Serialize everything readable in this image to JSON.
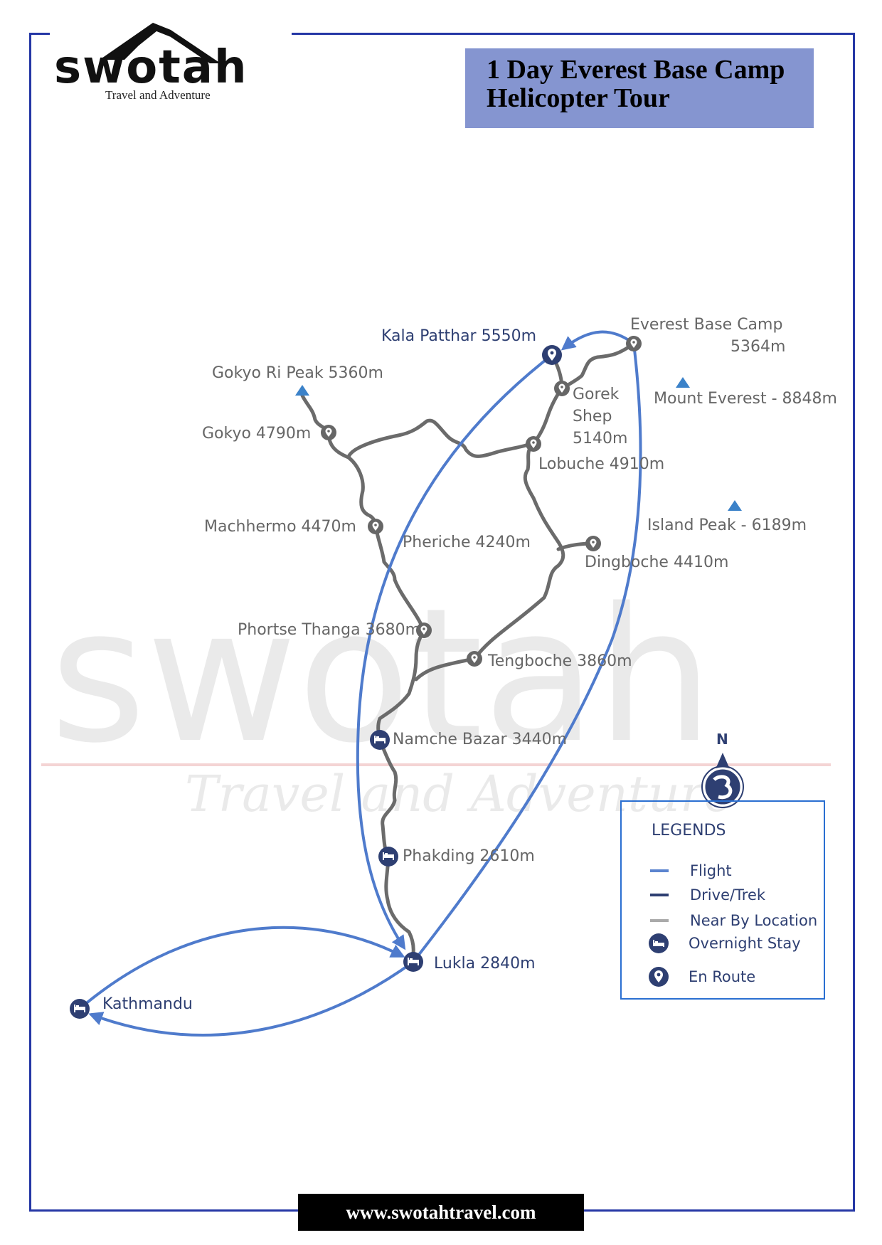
{
  "brand": {
    "name": "swotah",
    "tagline": "Travel and Adventure"
  },
  "title": {
    "line1": "1 Day Everest Base Camp",
    "line2": "Helicopter Tour"
  },
  "colors": {
    "frame": "#2537a5",
    "title_bg": "#8595d0",
    "flight": "#4f7bcc",
    "trek": "#6b6b6b",
    "node_dark": "#2e3f72",
    "node_grey": "#666666",
    "peak": "#3b82c9"
  },
  "locations": {
    "kala_patthar": "Kala Patthar 5550m",
    "ebc_line1": "Everest Base Camp",
    "ebc_line2": "5364m",
    "gokyo_ri": "Gokyo Ri Peak 5360m",
    "gokyo": "Gokyo 4790m",
    "gorek_line1": "Gorek",
    "gorek_line2": "Shep",
    "gorek_line3": "5140m",
    "mount_everest": "Mount Everest - 8848m",
    "lobuche": "Lobuche 4910m",
    "island_peak": "Island Peak - 6189m",
    "machhermo": "Machhermo 4470m",
    "pheriche": "Pheriche 4240m",
    "dingboche": "Dingboche 4410m",
    "phortse_thanga": "Phortse Thanga 3680m",
    "tengboche": "Tengboche 3860m",
    "namche": "Namche Bazar 3440m",
    "phakding": "Phakding 2610m",
    "lukla": "Lukla 2840m",
    "kathmandu": "Kathmandu"
  },
  "compass": {
    "label": "N"
  },
  "legend": {
    "title": "LEGENDS",
    "items": [
      {
        "label": "Flight",
        "type": "line",
        "color": "#5b84cf"
      },
      {
        "label": "Drive/Trek",
        "type": "line",
        "color": "#2e3f72"
      },
      {
        "label": "Near By Location",
        "type": "line",
        "color": "#aaaaaa"
      },
      {
        "label": "Overnight  Stay",
        "type": "icon",
        "icon": "bed-icon"
      },
      {
        "label": "En Route",
        "type": "icon",
        "icon": "map-pin-icon"
      }
    ]
  },
  "footer": {
    "url": "www.swotahtravel.com"
  }
}
